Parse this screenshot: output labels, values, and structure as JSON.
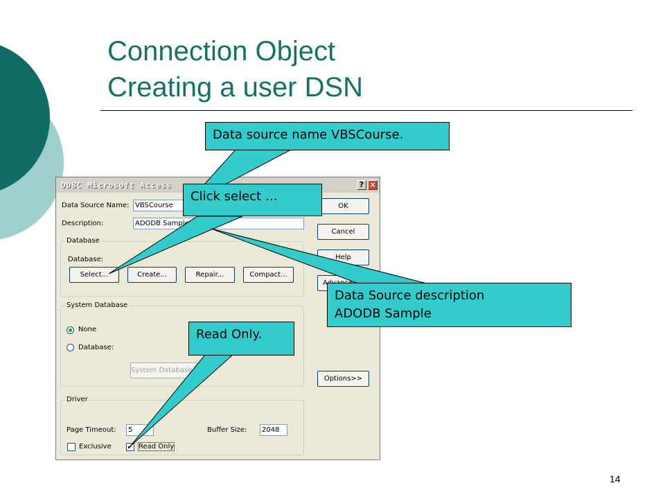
{
  "slide": {
    "title_line1": "Connection Object",
    "title_line2": "Creating a user DSN",
    "page_number": "14",
    "title_color": "#157266",
    "deco_colors": [
      "#0f6b63",
      "#9fcfce"
    ]
  },
  "dialog": {
    "title": "ODBC Microsoft Access",
    "help_icon": "?",
    "close_icon": "×",
    "data_source_name_label": "Data Source Name:",
    "data_source_name_value": "VBSCourse",
    "description_label": "Description:",
    "description_value": "ADODB Sample",
    "database_group": "Database",
    "database_label": "Database:",
    "select_button": "Select...",
    "create_button": "Create...",
    "repair_button": "Repair...",
    "compact_button": "Compact...",
    "system_database_group": "System Database",
    "none_radio": "None",
    "database_radio": "Database:",
    "system_database_button": "System Database...",
    "driver_group": "Driver",
    "page_timeout_label": "Page Timeout:",
    "page_timeout_value": "5",
    "buffer_size_label": "Buffer Size:",
    "buffer_size_value": "2048",
    "exclusive_label": "Exclusive",
    "read_only_label": "Read Only",
    "read_only_checked": true,
    "none_selected": true,
    "ok_button": "OK",
    "cancel_button": "Cancel",
    "help_button": "Help",
    "advanced_button": "Advanced...",
    "options_button": "Options>>"
  },
  "callouts": {
    "dsn_name": "Data source name VBSCourse.",
    "click_select": "Click select …",
    "description": "Data Source description\nADODB Sample",
    "read_only": "Read Only.",
    "color": "#33cccc"
  }
}
